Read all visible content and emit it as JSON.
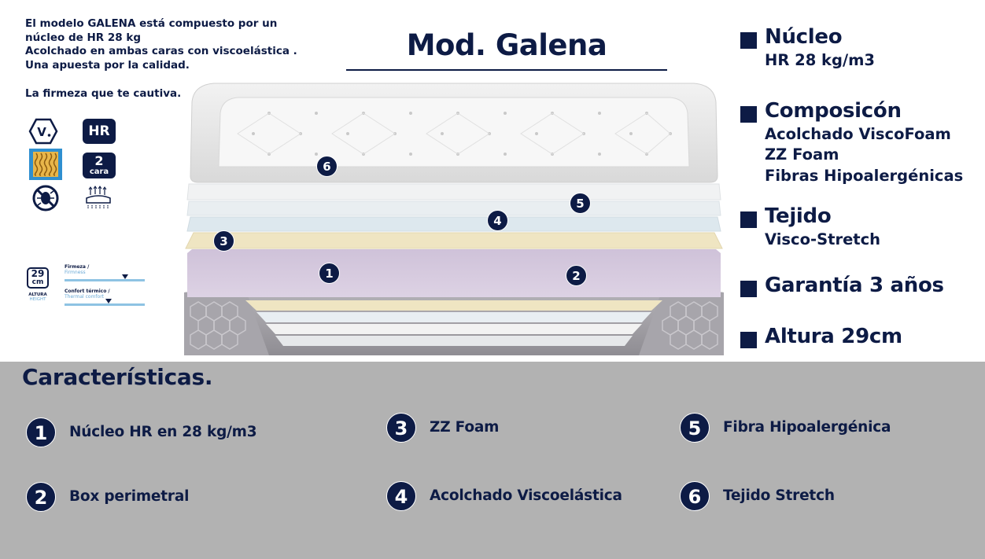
{
  "intro": {
    "lines": [
      "El modelo GALENA está compuesto por un",
      "núcleo de HR  28 kg",
      "Acolchado en ambas caras con viscoelástica .",
      "Una apuesta por la calidad."
    ],
    "tagline": "La firmeza que te cautiva."
  },
  "title": "Mod. Galena",
  "icons": {
    "visco_letter": "V",
    "hr_label": "HR",
    "two_face_number": "2",
    "two_face_word": "cara"
  },
  "height_badge": {
    "value": "29",
    "unit": "cm",
    "label_es": "ALTURA",
    "label_en": "HEIGHT"
  },
  "gauges": [
    {
      "label_es": "Firmeza /",
      "label_en": "Firmness",
      "level": 0.75
    },
    {
      "label_es": "Confort térmico /",
      "label_en": "Thermal comfort",
      "level": 0.55
    }
  ],
  "specs": [
    {
      "head": "Núcleo",
      "sub": [
        "HR 28 kg/m3"
      ]
    },
    {
      "head": "Composicón",
      "sub": [
        "Acolchado ViscoFoam",
        "ZZ Foam",
        "Fibras Hipoalergénicas"
      ]
    },
    {
      "head": "Tejido",
      "sub": [
        "Visco-Stretch"
      ]
    },
    {
      "head": "Garantía 3 años",
      "sub": []
    },
    {
      "head": "Altura 29cm",
      "sub": []
    }
  ],
  "markers": [
    "6",
    "5",
    "4",
    "3",
    "1",
    "2"
  ],
  "characteristics": {
    "title": "Características.",
    "items": [
      {
        "num": "1",
        "label": "Núcleo HR en 28 kg/m3"
      },
      {
        "num": "2",
        "label": "Box perimetral"
      },
      {
        "num": "3",
        "label": "ZZ Foam"
      },
      {
        "num": "4",
        "label": "Acolchado Viscoelástica"
      },
      {
        "num": "5",
        "label": "Fibra Hipoalergénica"
      },
      {
        "num": "6",
        "label": "Tejido Stretch"
      }
    ]
  },
  "colors": {
    "navy": "#0d1b45",
    "bottom_band": "#b2b2b2",
    "core_lilac": "#d3c6dc",
    "zz_yellow": "#efe5c2",
    "fiber_blue": "#dde8ee",
    "base_grey": "#9c9aa0"
  }
}
